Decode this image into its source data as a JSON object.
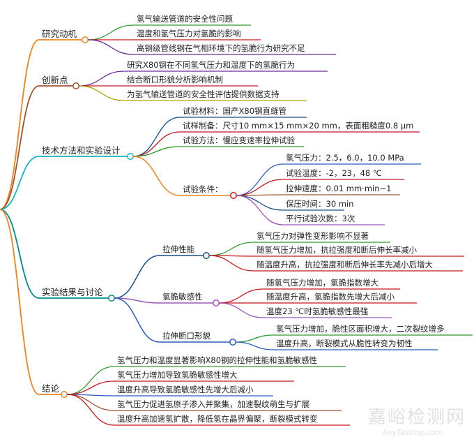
{
  "colors": {
    "orange": "#F0831E",
    "red": "#C8161D",
    "brown": "#A0522D",
    "olive": "#A8A800",
    "green": "#2E9B2E",
    "purple": "#6A2C91",
    "blue": "#2E5BBF",
    "cyan": "#13B5C6",
    "navy": "#1A4E8A",
    "mauve": "#9B59B6",
    "teal": "#008B8B"
  },
  "branches": [
    {
      "label": "研究动机",
      "children": [
        "氢气输送管道的安全性问题",
        "温度和氢气压力对氢脆的影响",
        "高钢级管线钢在气相环境下的氢脆行为研究不足"
      ]
    },
    {
      "label": "创新点",
      "children": [
        "研究X80钢在不同氢气压力和温度下的氢脆行为",
        "结合断口形貌分析影响机制",
        "为氢气输送管道的安全性评估提供数据支持"
      ]
    },
    {
      "label": "技术方法和实验设计",
      "children": [
        "试验材料：国产X80钢直缝管",
        "试样制备：尺寸10 mm×15 mm×20 mm，表面粗糙度0.8 μm",
        "试验方法：慢应变速率拉伸试验"
      ],
      "sub": {
        "label": "试验条件：",
        "children": [
          "氢气压力：2.5，6.0，10.0 MPa",
          "试验温度：-2，23，48 ℃",
          "拉伸速度：0.01 mm·min−1",
          "保压时间：30 min",
          "平行试验次数：3次"
        ]
      }
    },
    {
      "label": "实验结果与讨论",
      "subs": [
        {
          "label": "拉伸性能",
          "children": [
            "氢气压力对弹性变形影响不显著",
            "随氢气压力增加，抗拉强度和断后伸长率减小",
            "随温度升高，抗拉强度和断后伸长率先减小后增大"
          ]
        },
        {
          "label": "氢脆敏感性",
          "children": [
            "随氢气压力增加，氢脆指数增大",
            "随温度升高，氢脆指数先增大后减小",
            "温度23 ℃时氢脆敏感性最强"
          ]
        },
        {
          "label": "拉伸断口形貌",
          "children": [
            "氢气压力增加，脆性区面积增大，二次裂纹增多",
            "温度升高，断裂模式从脆性转变为韧性"
          ]
        }
      ]
    },
    {
      "label": "结论",
      "children": [
        "氢气压力和温度显著影响X80钢的拉伸性能和氢脆敏感性",
        "氢气压力增加导致氢脆敏感性增大",
        "温度升高导致氢脆敏感性先增大后减小",
        "氢气压力促进氢原子渗入并聚集，加速裂纹萌生与扩展",
        "温度升高加速氢扩散，降低氢在晶界偏聚，断裂模式转变"
      ]
    }
  ],
  "watermark": {
    "cn": "嘉峪检测网",
    "en": "AnyTesting.com"
  }
}
